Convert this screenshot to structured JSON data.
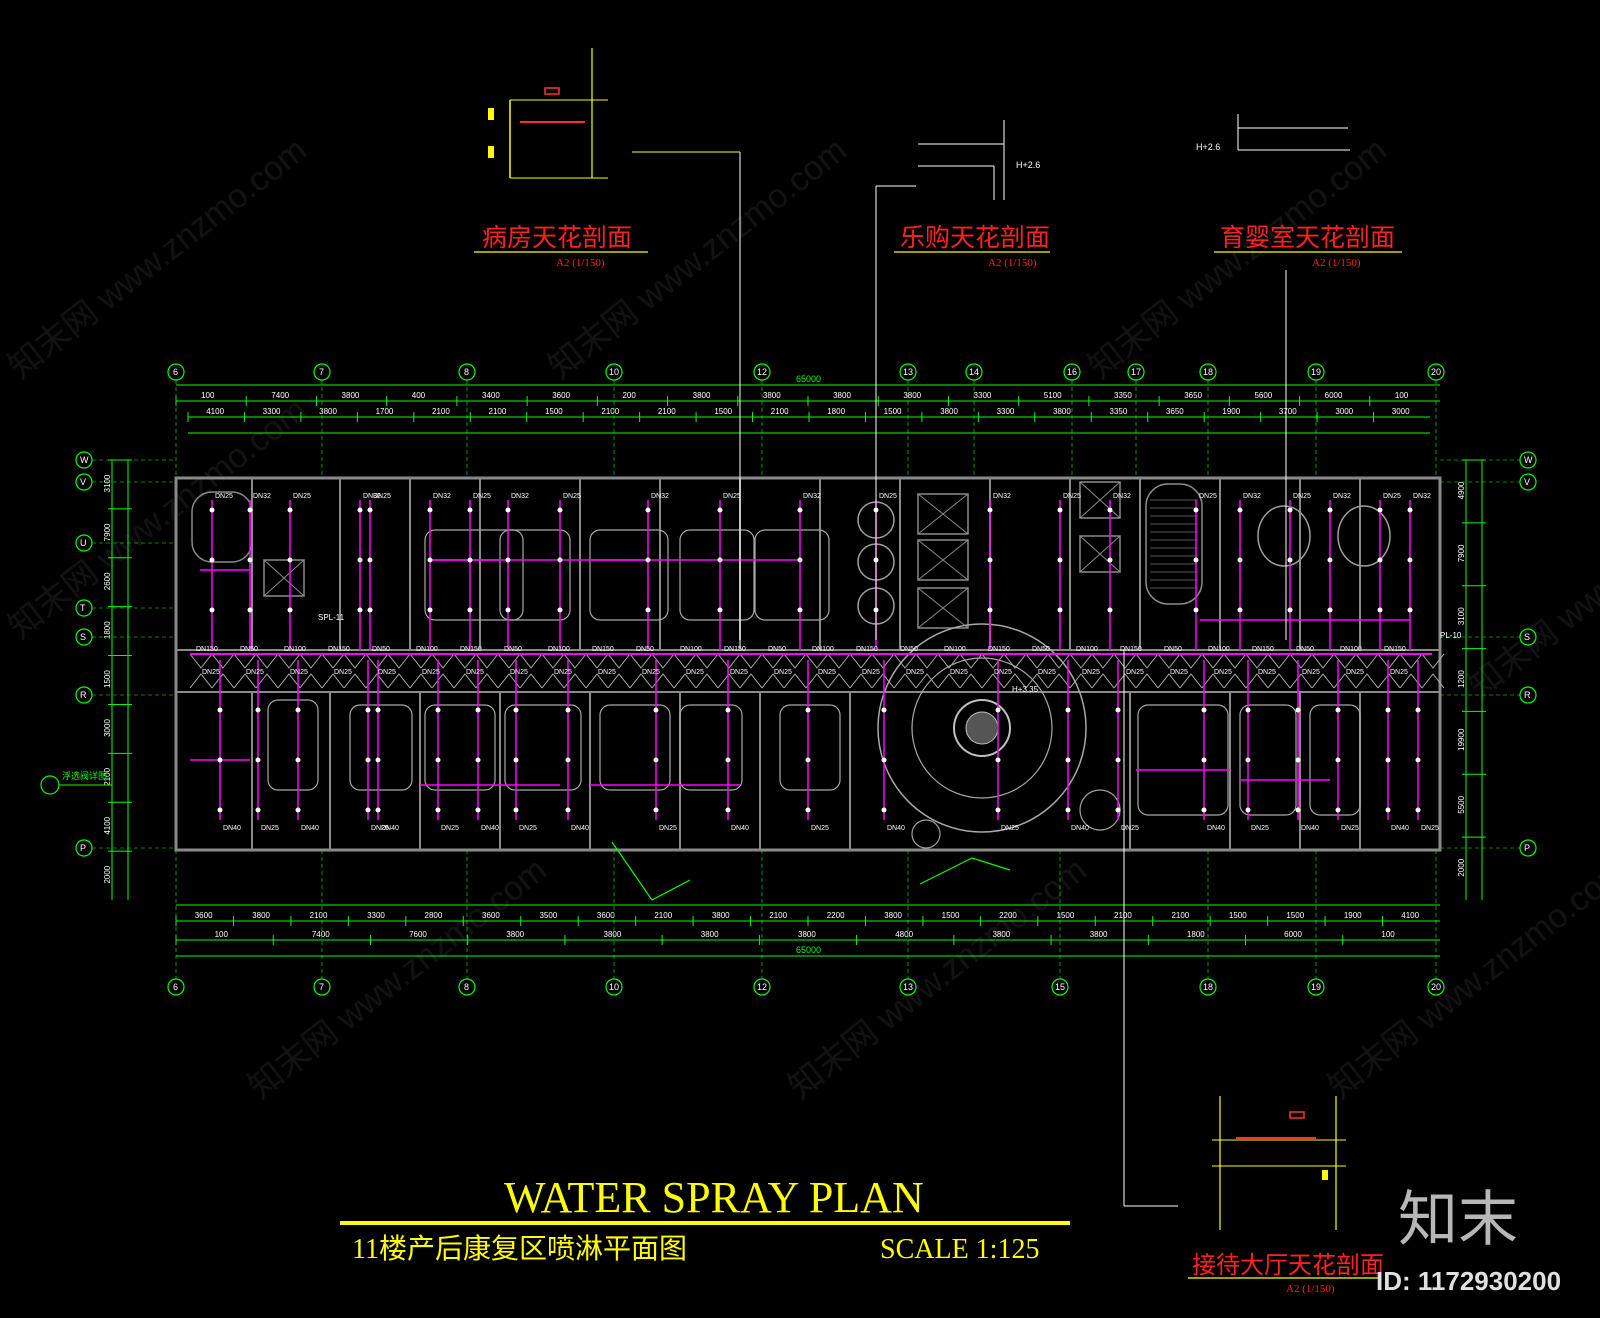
{
  "title": {
    "main": "WATER SPRAY PLAN",
    "subtitle": "11楼产后康复区喷淋平面图",
    "scale": "SCALE 1:125"
  },
  "sections": [
    {
      "id": "ward",
      "label": "病房天花剖面",
      "ref": "A2  (1/150)",
      "level": ""
    },
    {
      "id": "shop",
      "label": "乐购天花剖面",
      "ref": "A2  (1/150)",
      "level": "H+2.6"
    },
    {
      "id": "nursery",
      "label": "育婴室天花剖面",
      "ref": "A2  (1/150)",
      "level": "H+2.6"
    },
    {
      "id": "lobby",
      "label": "接待大厅天花剖面",
      "ref": "A2  (1/150)",
      "level": ""
    }
  ],
  "grid": {
    "top_axes": [
      "6",
      "7",
      "8",
      "10",
      "12",
      "13",
      "14",
      "16",
      "17",
      "18",
      "19",
      "20"
    ],
    "bottom_axes": [
      "6",
      "7",
      "8",
      "10",
      "12",
      "13",
      "15",
      "18",
      "19",
      "20"
    ],
    "left_axes": [
      "W",
      "V",
      "U",
      "T",
      "S",
      "R",
      "P"
    ],
    "right_axes": [
      "W",
      "V",
      "S",
      "R",
      "P"
    ]
  },
  "dimensions": {
    "total": "65000",
    "top_row_1": [
      "100",
      "7400",
      "3800",
      "400",
      "3400",
      "3600",
      "200",
      "3800",
      "3800",
      "3800",
      "3800",
      "3300",
      "5100",
      "3350",
      "3650",
      "5600",
      "6000",
      "100"
    ],
    "top_row_2": [
      "4100",
      "3300",
      "3800",
      "1700",
      "2100",
      "2100",
      "1500",
      "2100",
      "2100",
      "1500",
      "2100",
      "1800",
      "1500",
      "3800",
      "3300",
      "3800",
      "3350",
      "3650",
      "1900",
      "3700",
      "3000",
      "3000"
    ],
    "bottom_row_1": [
      "3600",
      "3800",
      "2100",
      "3300",
      "2800",
      "3600",
      "3500",
      "3600",
      "2100",
      "3800",
      "2100",
      "2200",
      "3800",
      "1500",
      "2200",
      "1500",
      "2100",
      "2100",
      "1500",
      "1500",
      "1900",
      "4100"
    ],
    "bottom_row_2": [
      "100",
      "7400",
      "7600",
      "3800",
      "3800",
      "3800",
      "3800",
      "4800",
      "3800",
      "3800",
      "1800",
      "6000",
      "100"
    ],
    "left_vertical": [
      "3100",
      "7900",
      "2600",
      "1800",
      "1500",
      "3000",
      "2100",
      "4100",
      "2000"
    ],
    "right_vertical": [
      "4900",
      "7900",
      "3100",
      "1200",
      "19900",
      "5500",
      "2000"
    ]
  },
  "pipe_labels": [
    "DN25",
    "DN32",
    "DN40",
    "DN50",
    "DN100",
    "DN150"
  ],
  "misc": {
    "valve_note": "浮选阀详图",
    "marker_a": "SPL-11",
    "marker_b": "PL-10",
    "lobby_level": "H+3.35"
  },
  "watermark": {
    "text": "知末网 www.znzmo.com",
    "logo": "知末",
    "id": "ID: 1172930200"
  },
  "colors": {
    "background": "#000000",
    "dimension": "#00ff00",
    "pipe": "#ff00ff",
    "wall": "#8a8a8a",
    "annotation": "#ffff00",
    "section_title": "#ff2020",
    "axis_label": "#ffffff"
  }
}
